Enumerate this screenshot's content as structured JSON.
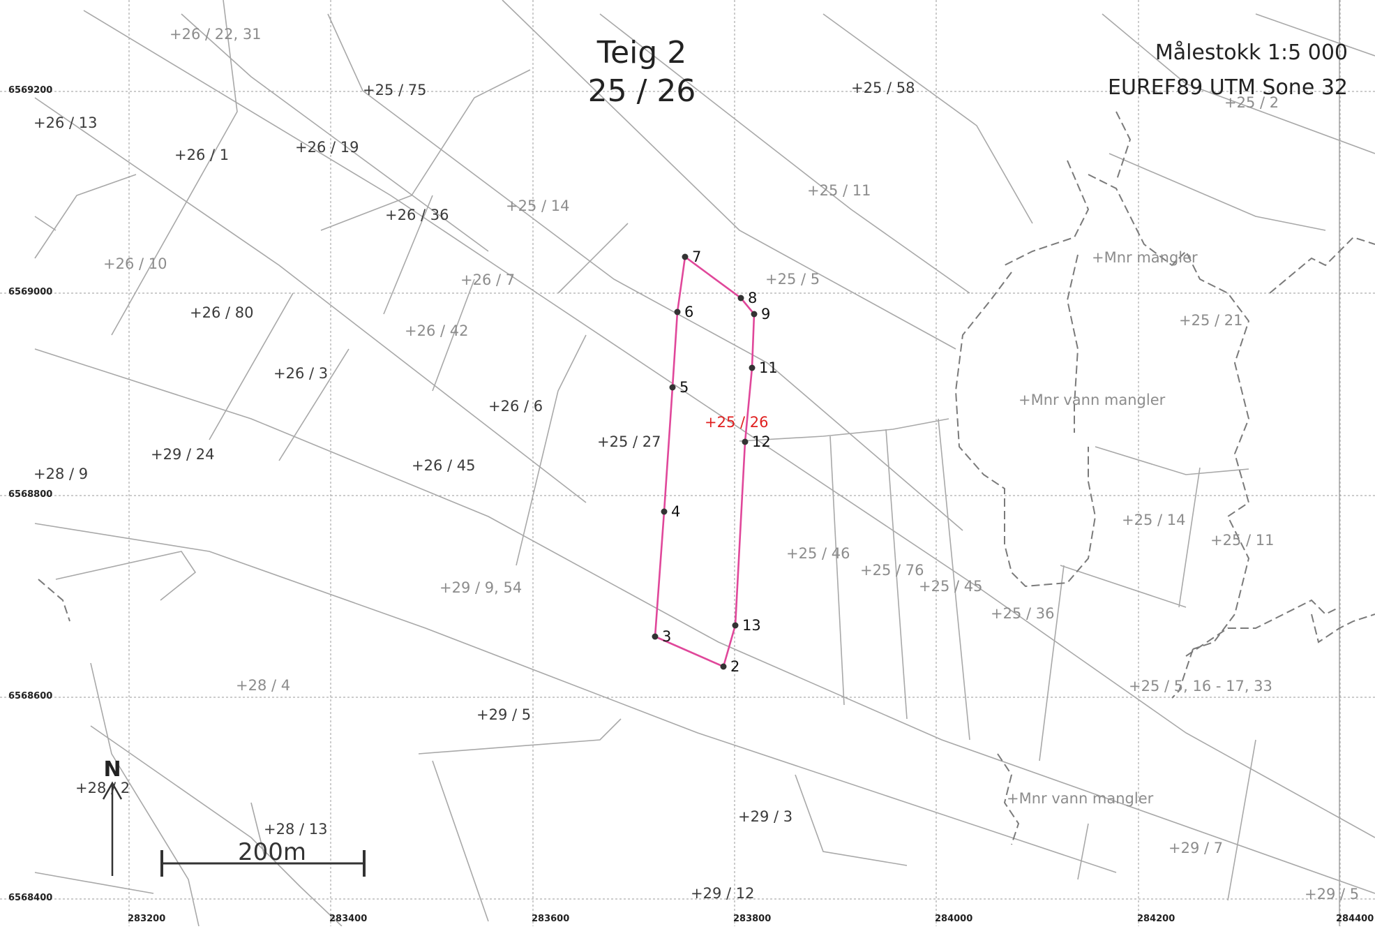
{
  "map": {
    "title_line1": "Teig 2",
    "title_line2": "25 / 26",
    "scale_text": "Målestokk 1:5 000",
    "projection_text": "EUREF89 UTM Sone 32",
    "north_label": "N",
    "scalebar_label": "200m",
    "parcel_outline_color": "#e0479a",
    "highlight_label_color": "#e02020"
  },
  "northing_labels": [
    "6569200",
    "6569000",
    "6568800",
    "6568600",
    "6568400"
  ],
  "easting_labels": [
    "283200",
    "283400",
    "283600",
    "283800",
    "284000",
    "284200",
    "284400"
  ],
  "parcel_labels": [
    {
      "text": "26 / 22, 31",
      "tone": "light"
    },
    {
      "text": "25 / 75",
      "tone": "dark"
    },
    {
      "text": "25 / 58",
      "tone": "dark"
    },
    {
      "text": "25 / 2",
      "tone": "light"
    },
    {
      "text": "26 / 13",
      "tone": "dark"
    },
    {
      "text": "26 / 1",
      "tone": "dark"
    },
    {
      "text": "26 / 19",
      "tone": "dark"
    },
    {
      "text": "26 / 36",
      "tone": "dark"
    },
    {
      "text": "25 / 14",
      "tone": "light"
    },
    {
      "text": "25 / 11",
      "tone": "light"
    },
    {
      "text": "26 / 10",
      "tone": "light"
    },
    {
      "text": "26 / 7",
      "tone": "light"
    },
    {
      "text": "25 / 5",
      "tone": "light"
    },
    {
      "text": "Mnr mangler",
      "tone": "light"
    },
    {
      "text": "26 / 80",
      "tone": "dark"
    },
    {
      "text": "26 / 42",
      "tone": "light"
    },
    {
      "text": "25 / 21",
      "tone": "light"
    },
    {
      "text": "26 / 3",
      "tone": "dark"
    },
    {
      "text": "26 / 6",
      "tone": "dark"
    },
    {
      "text": "Mnr vann mangler",
      "tone": "light"
    },
    {
      "text": "25 / 26",
      "tone": "highlight"
    },
    {
      "text": "25 / 27",
      "tone": "dark"
    },
    {
      "text": "29 / 24",
      "tone": "dark"
    },
    {
      "text": "26 / 45",
      "tone": "dark"
    },
    {
      "text": "28 / 9",
      "tone": "dark"
    },
    {
      "text": "25 / 14",
      "tone": "light"
    },
    {
      "text": "25 / 11",
      "tone": "light"
    },
    {
      "text": "25 / 46",
      "tone": "light"
    },
    {
      "text": "25 / 76",
      "tone": "light"
    },
    {
      "text": "25 / 45",
      "tone": "light"
    },
    {
      "text": "29 / 9, 54",
      "tone": "light"
    },
    {
      "text": "25 / 36",
      "tone": "light"
    },
    {
      "text": "28 / 4",
      "tone": "light"
    },
    {
      "text": "25 / 5, 16 - 17, 33",
      "tone": "light"
    },
    {
      "text": "29 / 5",
      "tone": "dark"
    },
    {
      "text": "28 / 2",
      "tone": "dark"
    },
    {
      "text": "Mnr vann mangler",
      "tone": "light"
    },
    {
      "text": "28 / 13",
      "tone": "dark"
    },
    {
      "text": "29 / 3",
      "tone": "dark"
    },
    {
      "text": "29 / 7",
      "tone": "light"
    },
    {
      "text": "29 / 12",
      "tone": "dark"
    },
    {
      "text": "29 / 5",
      "tone": "light"
    }
  ],
  "boundary_points": [
    "2",
    "3",
    "4",
    "5",
    "6",
    "7",
    "8",
    "9",
    "11",
    "12",
    "13"
  ]
}
